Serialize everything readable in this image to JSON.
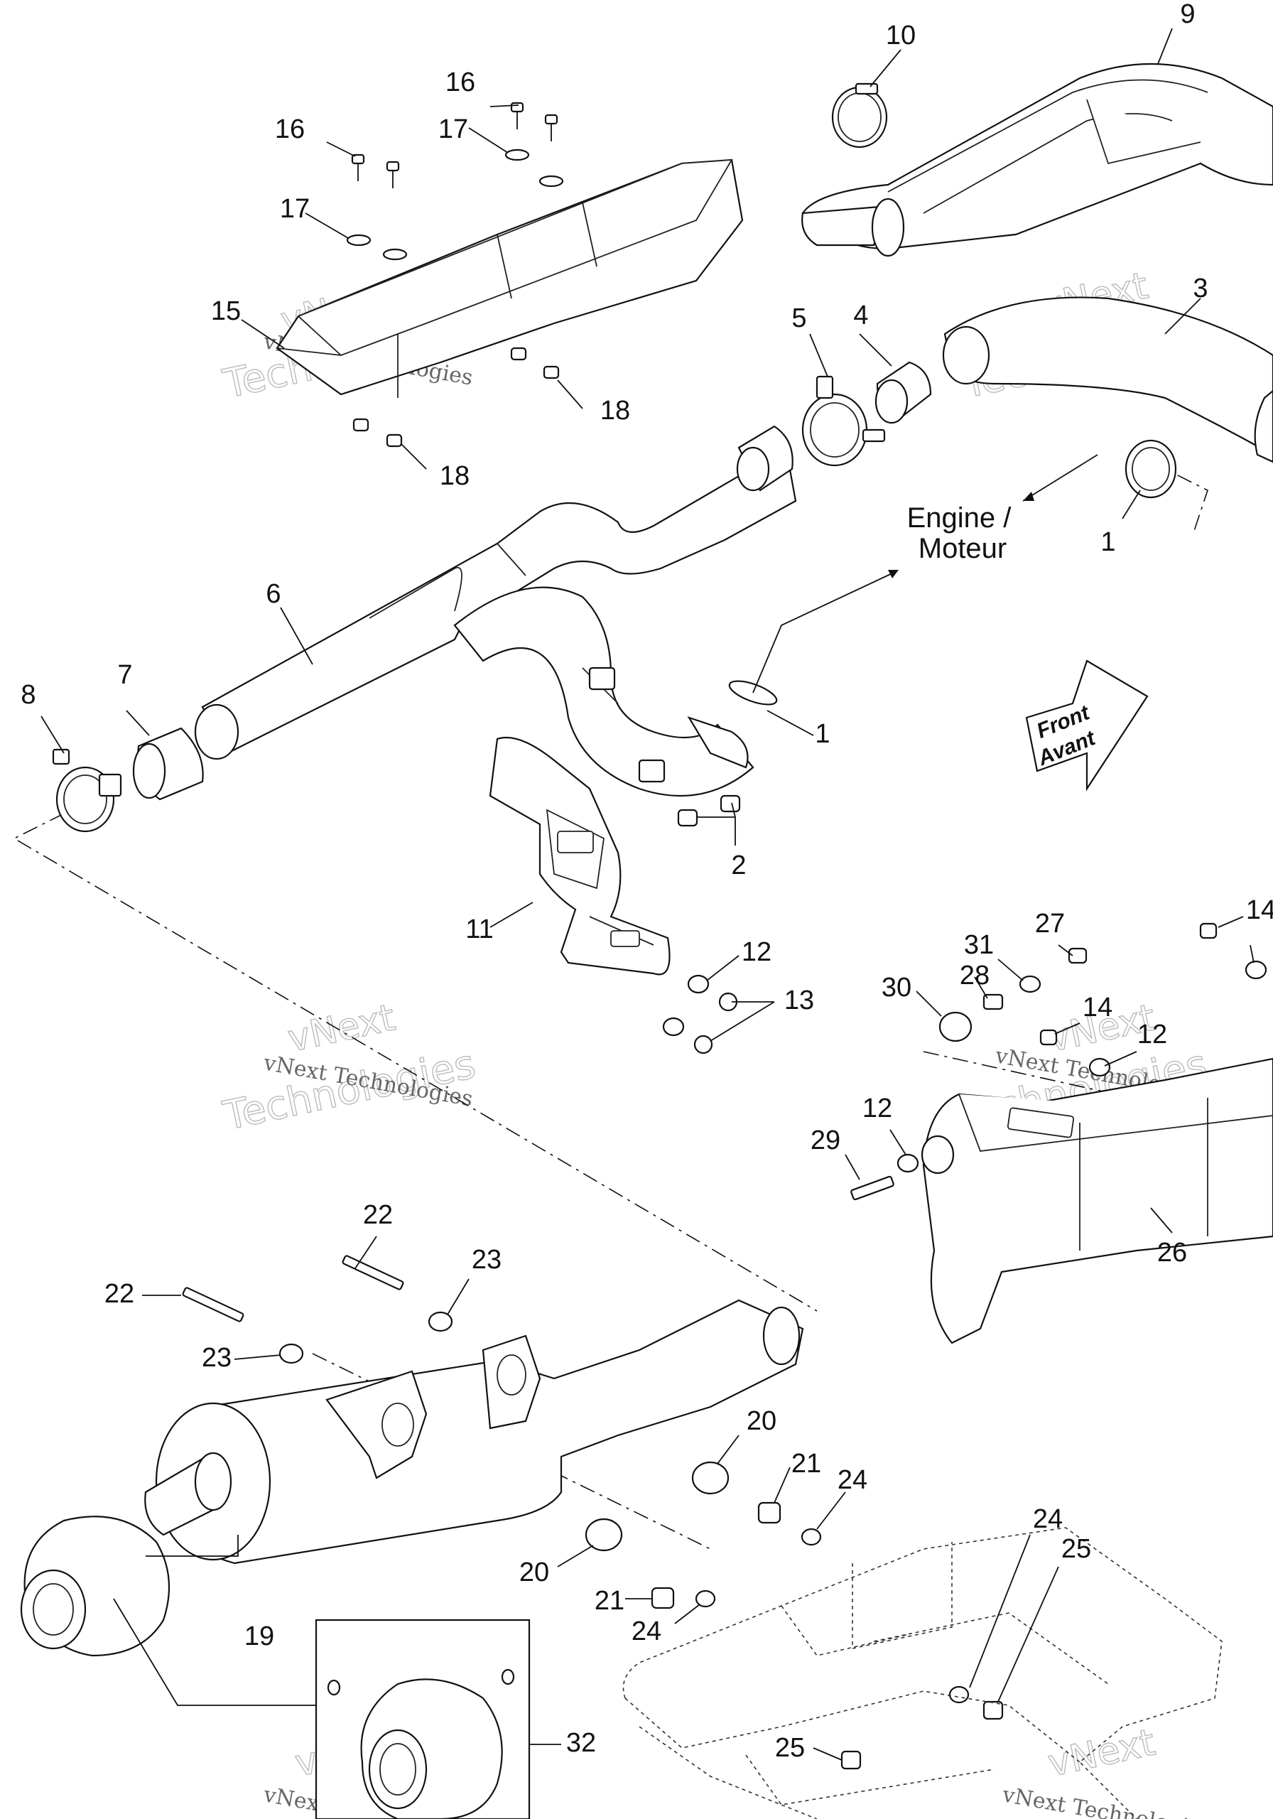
{
  "diagram": {
    "callouts": {
      "c1a": "1",
      "c1b": "1",
      "c2": "2",
      "c3": "3",
      "c4": "4",
      "c5": "5",
      "c6": "6",
      "c7": "7",
      "c8": "8",
      "c9": "9",
      "c10": "10",
      "c11": "11",
      "c12a": "12",
      "c12b": "12",
      "c12c": "12",
      "c13": "13",
      "c14a": "14",
      "c14b": "14",
      "c15": "15",
      "c16a": "16",
      "c16b": "16",
      "c17a": "17",
      "c17b": "17",
      "c18a": "18",
      "c18b": "18",
      "c19": "19",
      "c20a": "20",
      "c20b": "20",
      "c21a": "21",
      "c21b": "21",
      "c22a": "22",
      "c22b": "22",
      "c23a": "23",
      "c23b": "23",
      "c24a": "24",
      "c24b": "24",
      "c24c": "24",
      "c25a": "25",
      "c25b": "25",
      "c26": "26",
      "c27": "27",
      "c28": "28",
      "c29": "29",
      "c30": "30",
      "c31": "31",
      "c32": "32"
    },
    "engine_label_line1": "Engine /",
    "engine_label_line2": "Moteur",
    "front_label_line1": "Front",
    "front_label_line2": "Avant",
    "watermark_line1": "vNext",
    "watermark_line2": "Technologies",
    "watermark_small": "vNext Technologies"
  }
}
